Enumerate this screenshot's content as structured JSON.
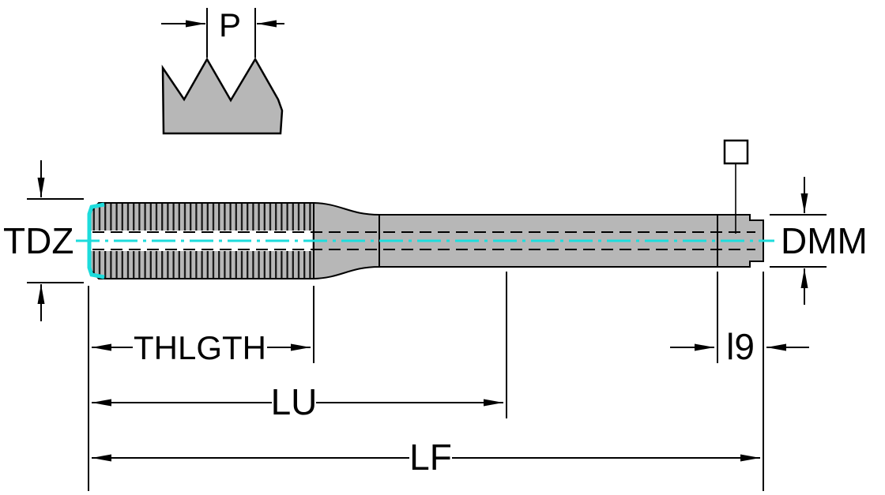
{
  "diagram": {
    "labels": {
      "pitch": "P",
      "thread_diameter": "TDZ",
      "shank_diameter": "DMM",
      "thread_length": "THLGTH",
      "usable_length": "LU",
      "overall_length": "LF",
      "square_length": "l9"
    },
    "colors": {
      "body_fill": "#b7b7b7",
      "outline": "#000000",
      "accent": "#1ddcdc",
      "background": "#ffffff"
    },
    "icons": {
      "square_drive_symbol": "square-drive-icon"
    }
  }
}
